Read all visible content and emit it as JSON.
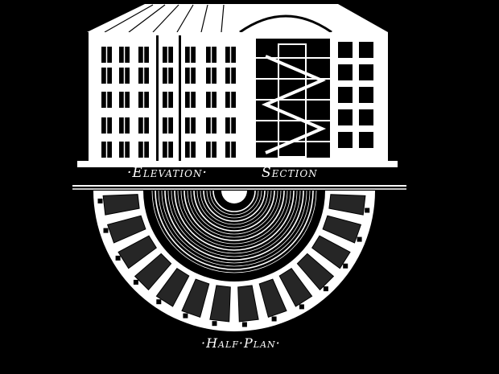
{
  "captions": {
    "elevation": "·Elevation·",
    "section": "Section",
    "half_plan": "·Half·Plan·"
  },
  "colors": {
    "background": "#000000",
    "ink": "#ffffff",
    "cell": "#262626"
  }
}
